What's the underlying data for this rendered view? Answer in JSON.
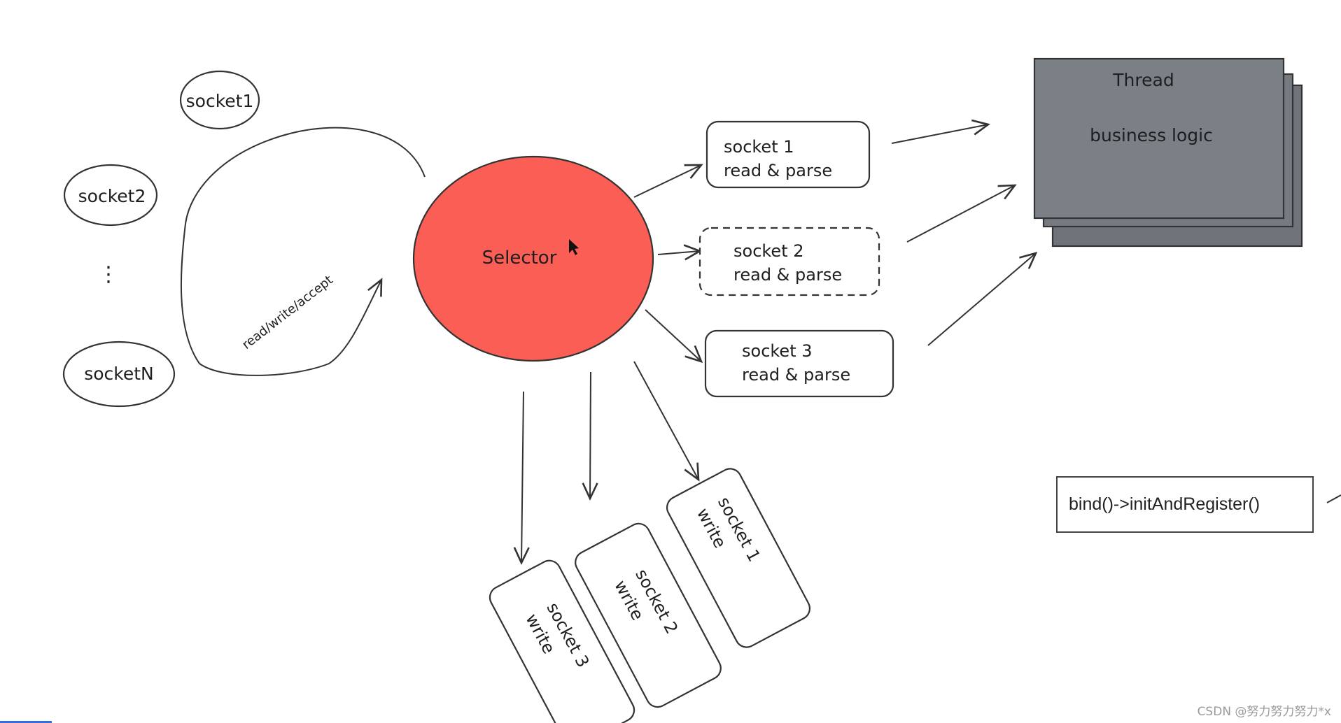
{
  "sockets_left": [
    "socket1",
    "socket2",
    "⋮",
    "socketN"
  ],
  "loop_label": "read/write/accept",
  "selector": {
    "label": "Selector",
    "color": "#fb5e54"
  },
  "read_boxes": [
    {
      "line1": "socket 1",
      "line2": "read & parse"
    },
    {
      "line1": "socket 2",
      "line2": "read & parse"
    },
    {
      "line1": "socket 3",
      "line2": "read & parse"
    }
  ],
  "thread": {
    "title": "Thread",
    "subtitle": "business logic",
    "color": "#7b7f86"
  },
  "write_boxes": [
    {
      "line1": "socket 3",
      "line2": "write"
    },
    {
      "line1": "socket 2",
      "line2": "write"
    },
    {
      "line1": "socket 1",
      "line2": "write"
    }
  ],
  "bind_text": "bind()->initAndRegister()",
  "watermark": "CSDN @努力努力努力*x"
}
